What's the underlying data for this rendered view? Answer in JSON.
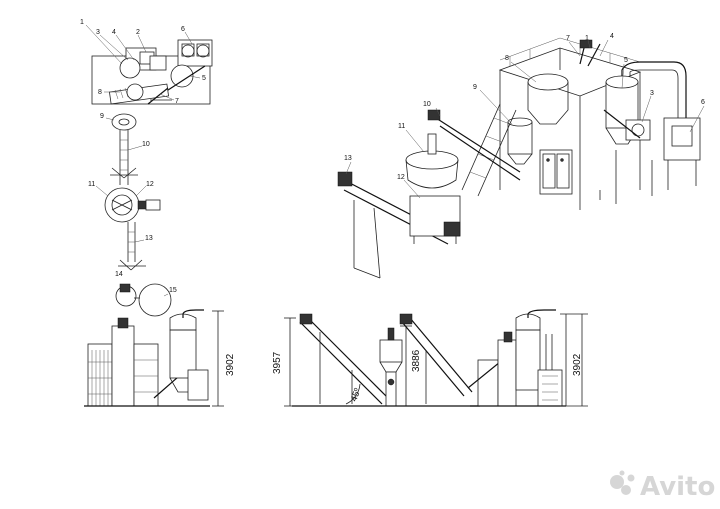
{
  "plan_view": {
    "callouts": [
      "1",
      "3",
      "4",
      "2",
      "6",
      "5",
      "8",
      "7",
      "9",
      "10",
      "11",
      "12",
      "13",
      "14",
      "15"
    ]
  },
  "iso_view": {
    "callouts": [
      "8",
      "7",
      "1",
      "4",
      "5",
      "9",
      "10",
      "3",
      "6",
      "11",
      "13",
      "12"
    ]
  },
  "dimensions": {
    "left_height": "3902",
    "conveyor_height": "3957",
    "mid_height": "3886",
    "right_height": "3902",
    "angle": "45º"
  },
  "watermark": {
    "text": "Avito"
  }
}
